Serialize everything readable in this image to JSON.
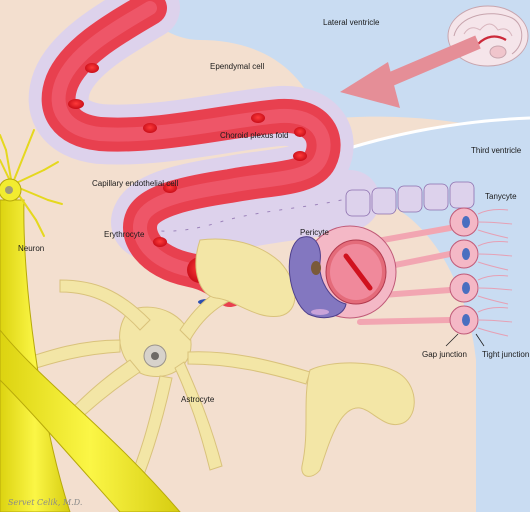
{
  "labels": {
    "lateral_ventricle": "Lateral ventricle",
    "ependymal_cell": "Ependymal cell",
    "choroid_plexus_fold": "Choroid plexus fold",
    "third_ventricle": "Third ventricle",
    "tanycyte": "Tanycyte",
    "capillary_endothelial_cell": "Capillary endothelial cell",
    "erythrocyte": "Erythrocyte",
    "pericyte": "Pericyte",
    "neuron": "Neuron",
    "astrocyte": "Astrocyte",
    "gap_junction": "Gap junction",
    "tight_junction": "Tight junction"
  },
  "signature": "Servet Celik, M.D.",
  "colors": {
    "ventricle_blue": "#c9dcf2",
    "tissue_beige": "#f3dfcf",
    "vessel_red": "#e8404f",
    "ependymal_lilac": "#ddd2ec",
    "astrocyte_cream": "#f3e6a6",
    "neuron_yellow": "#f2ec30",
    "arrow_pink": "#e58e97"
  },
  "icons": [
    "brain-inset-icon",
    "direction-arrow-icon"
  ]
}
